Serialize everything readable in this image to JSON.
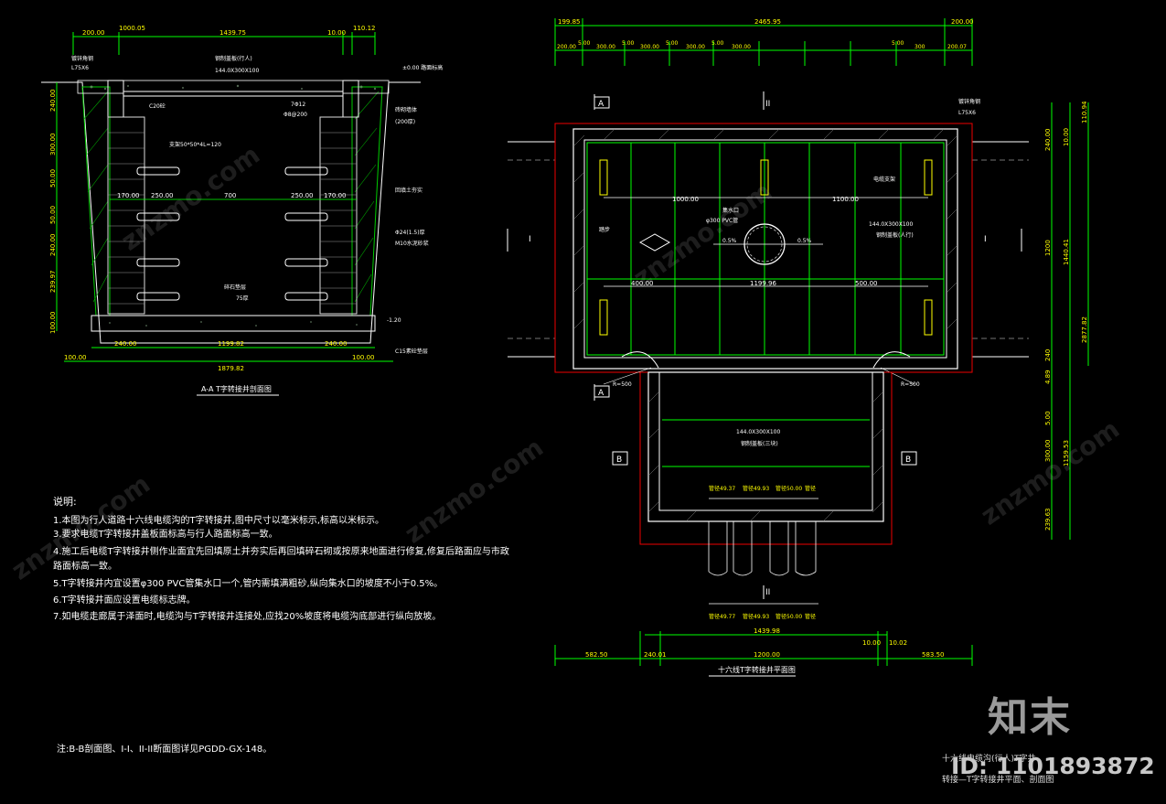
{
  "left_section": {
    "title": "A-A T字转接井剖面图",
    "top_dims": [
      "200.00",
      "1000.05",
      "1439.75",
      "10.00",
      "110.12"
    ],
    "bottom_dims": [
      "240.00",
      "1199.82",
      "240.00"
    ],
    "bottom_dims2": [
      "100.00",
      "1879.82",
      "100.00"
    ],
    "left_dims": [
      "240.00",
      "300.00",
      "50.00",
      "50.00",
      "240.00",
      "239.97",
      "100.00"
    ],
    "inner_dims": [
      "170.00",
      "250.00",
      "700",
      "250.00",
      "170.00"
    ],
    "labels": {
      "angle": "L75X6",
      "angle_note": "镀锌角钢",
      "cover": "144.0X300X100",
      "cover_note": "钢制盖板(行人)",
      "level_top": "±0.00 路面标高",
      "c20": "C20砼",
      "rebar": "7Φ12",
      "rebar2": "Φ8@200",
      "bracket": "支架50*50*4L=120",
      "brick": "砖砌墙体",
      "brick2": "(200厚)",
      "soil": "回填土夯实",
      "mortar": "M10水泥砂浆",
      "mortar2": "Φ24(1.5)厚",
      "gravel": "碎石垫层",
      "gravel2": "75厚",
      "level_bottom": "-1.20",
      "concrete": "C15素砼垫层"
    }
  },
  "notes": {
    "title": "说明:",
    "items": [
      "1.本图为行人道路十六线电缆沟的T字转接井,图中尺寸以毫米标示,标高以米标示。",
      "3.要求电缆T字转接井盖板面标高与行人路面标高一致。",
      "4.施工后电缆T字转接井侧作业面宜先回填原土并夯实后再回填碎石砌或按原来地面进行修复,修复后路面应与市政",
      "路面标高一致。",
      "5.T字转接井内宜设置φ300 PVC管集水口一个,管内需填满粗砂,纵向集水口的坡度不小于0.5%。",
      "6.T字转接井面应设置电缆标志牌。",
      "7.如电缆走廊属于泽面时,电缆沟与T字转接井连接处,应找20%坡度将电缆沟底部进行纵向放坡。"
    ],
    "footnote": "注:B-B剖面图、I-I、II-II断面图详见PGDD-GX-148。"
  },
  "plan": {
    "title": "十六线T字转接井平面图",
    "top_dims": [
      "199.85",
      "2465.95",
      "200.00"
    ],
    "top_dims2": [
      "200.00",
      "5.00",
      "300.00",
      "5.00",
      "300.00",
      "5.00",
      "300.00",
      "5.00",
      "300.00",
      "5.00",
      "300",
      "200.07"
    ],
    "right_dims": [
      "110.94",
      "10.00",
      "240.00",
      "1200",
      "1440.41",
      "2877.82",
      "240",
      "4.89",
      "5.00",
      "300.00",
      "1159.53",
      "239.63"
    ],
    "bottom_dims": [
      "1439.98",
      "10.00",
      "10.02"
    ],
    "bottom_dims2": [
      "582.50",
      "240.01",
      "1200.00",
      "583.50"
    ],
    "inner_dims": [
      "1000.00",
      "1100.00",
      "400.00",
      "1199.96",
      "500.00"
    ],
    "labels": {
      "angle": "L75X6",
      "angle_note": "镀锌角钢",
      "bracket": "电缆支架",
      "pipe": "φ300 PVC管",
      "pipe_note": "集水口",
      "slope_l": "0.5%",
      "slope_r": "0.5%",
      "cover": "144.0X300X100",
      "cover_note": "钢制盖板(人行)",
      "cover2": "144.0X300X100",
      "cover2_note": "钢制盖板(三块)",
      "steps": "踏步",
      "radius_l": "R=500",
      "radius_r": "R=500",
      "pipes_top": [
        "管径49.37",
        "管径49.93",
        "管径50.00",
        "管径"
      ],
      "pipes_bot": [
        "管径49.77",
        "管径49.93",
        "管径50.00",
        "管径"
      ],
      "sec_a": "A",
      "sec_b": "B",
      "sec_1": "I",
      "sec_2": "II"
    }
  },
  "title_block": {
    "line1": "十六线电缆沟(行人)T字井",
    "line2": "转接—T字转接井平面、剖面图",
    "brand": "知末",
    "id": "ID: 1101893872"
  },
  "watermark": "znzmo.com"
}
